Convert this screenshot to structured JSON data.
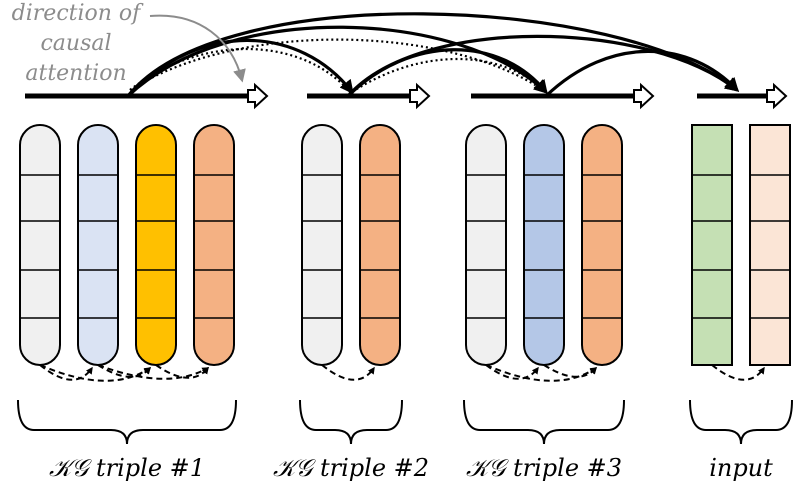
{
  "annotation": {
    "lines": [
      "direction of",
      "causal",
      "attention"
    ]
  },
  "groups": [
    {
      "label": "𝒦𝒢 triple #1",
      "columns": [
        {
          "shape": "pill",
          "color": "#f0f0f0"
        },
        {
          "shape": "pill",
          "color": "#dae3f3"
        },
        {
          "shape": "pill",
          "color": "#ffc000"
        },
        {
          "shape": "pill",
          "color": "#f4b183"
        }
      ]
    },
    {
      "label": "𝒦𝒢 triple #2",
      "columns": [
        {
          "shape": "pill",
          "color": "#f0f0f0"
        },
        {
          "shape": "pill",
          "color": "#f4b183"
        }
      ]
    },
    {
      "label": "𝒦𝒢 triple #3",
      "columns": [
        {
          "shape": "pill",
          "color": "#f0f0f0"
        },
        {
          "shape": "pill",
          "color": "#b4c7e7"
        },
        {
          "shape": "pill",
          "color": "#f4b183"
        }
      ]
    },
    {
      "label": "input",
      "columns": [
        {
          "shape": "rect",
          "color": "#c5e0b4"
        },
        {
          "shape": "rect",
          "color": "#fbe5d6"
        }
      ]
    }
  ],
  "colors": {
    "stroke": "#000000",
    "annotation": "#8c8c8c"
  }
}
